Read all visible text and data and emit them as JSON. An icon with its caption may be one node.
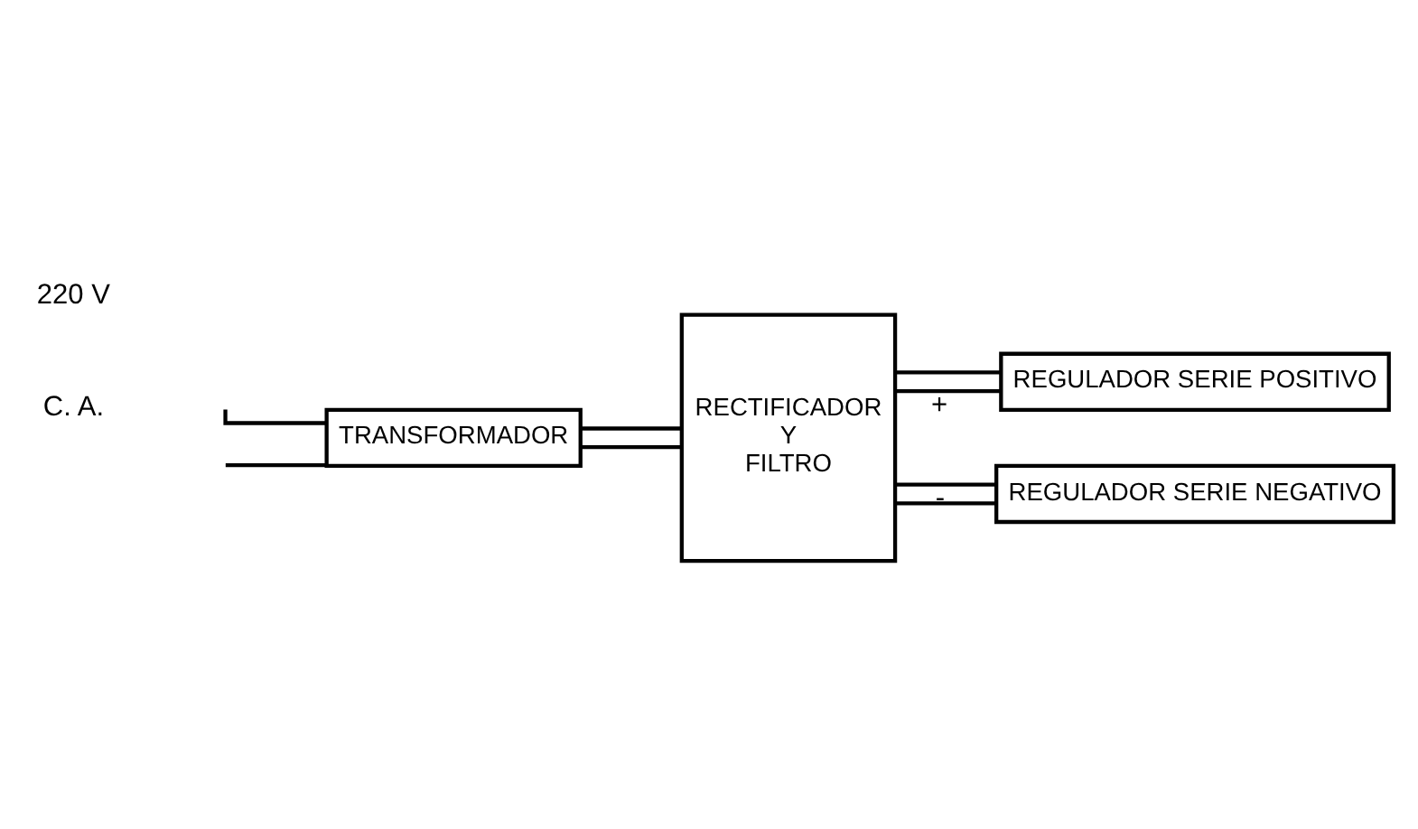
{
  "diagram": {
    "nodes": [
      {
        "text": [
          "TRANSFORMADOR"
        ]
      },
      {
        "text": [
          "RECTIFICADOR",
          "Y",
          "FILTRO"
        ]
      },
      {
        "text": [
          "REGULADOR SERIE POSITIVO"
        ]
      },
      {
        "text": [
          "REGULADOR SERIE NEGATIVO"
        ]
      }
    ],
    "edges": [
      {
        "from": null,
        "to": 0,
        "arrow": "none"
      },
      {
        "from": null,
        "to": 0,
        "arrow": "none"
      },
      {
        "from": 0,
        "to": 1,
        "arrow": "none"
      },
      {
        "from": 0,
        "to": 1,
        "arrow": "none"
      },
      {
        "from": 1,
        "to": 2,
        "arrow": "none",
        "label": "+"
      },
      {
        "from": 1,
        "to": 2,
        "arrow": "none"
      },
      {
        "from": 1,
        "to": 3,
        "arrow": "none"
      },
      {
        "from": 1,
        "to": 3,
        "arrow": "none",
        "label": "-"
      }
    ],
    "labels": [
      "220 V",
      "C. A."
    ]
  }
}
